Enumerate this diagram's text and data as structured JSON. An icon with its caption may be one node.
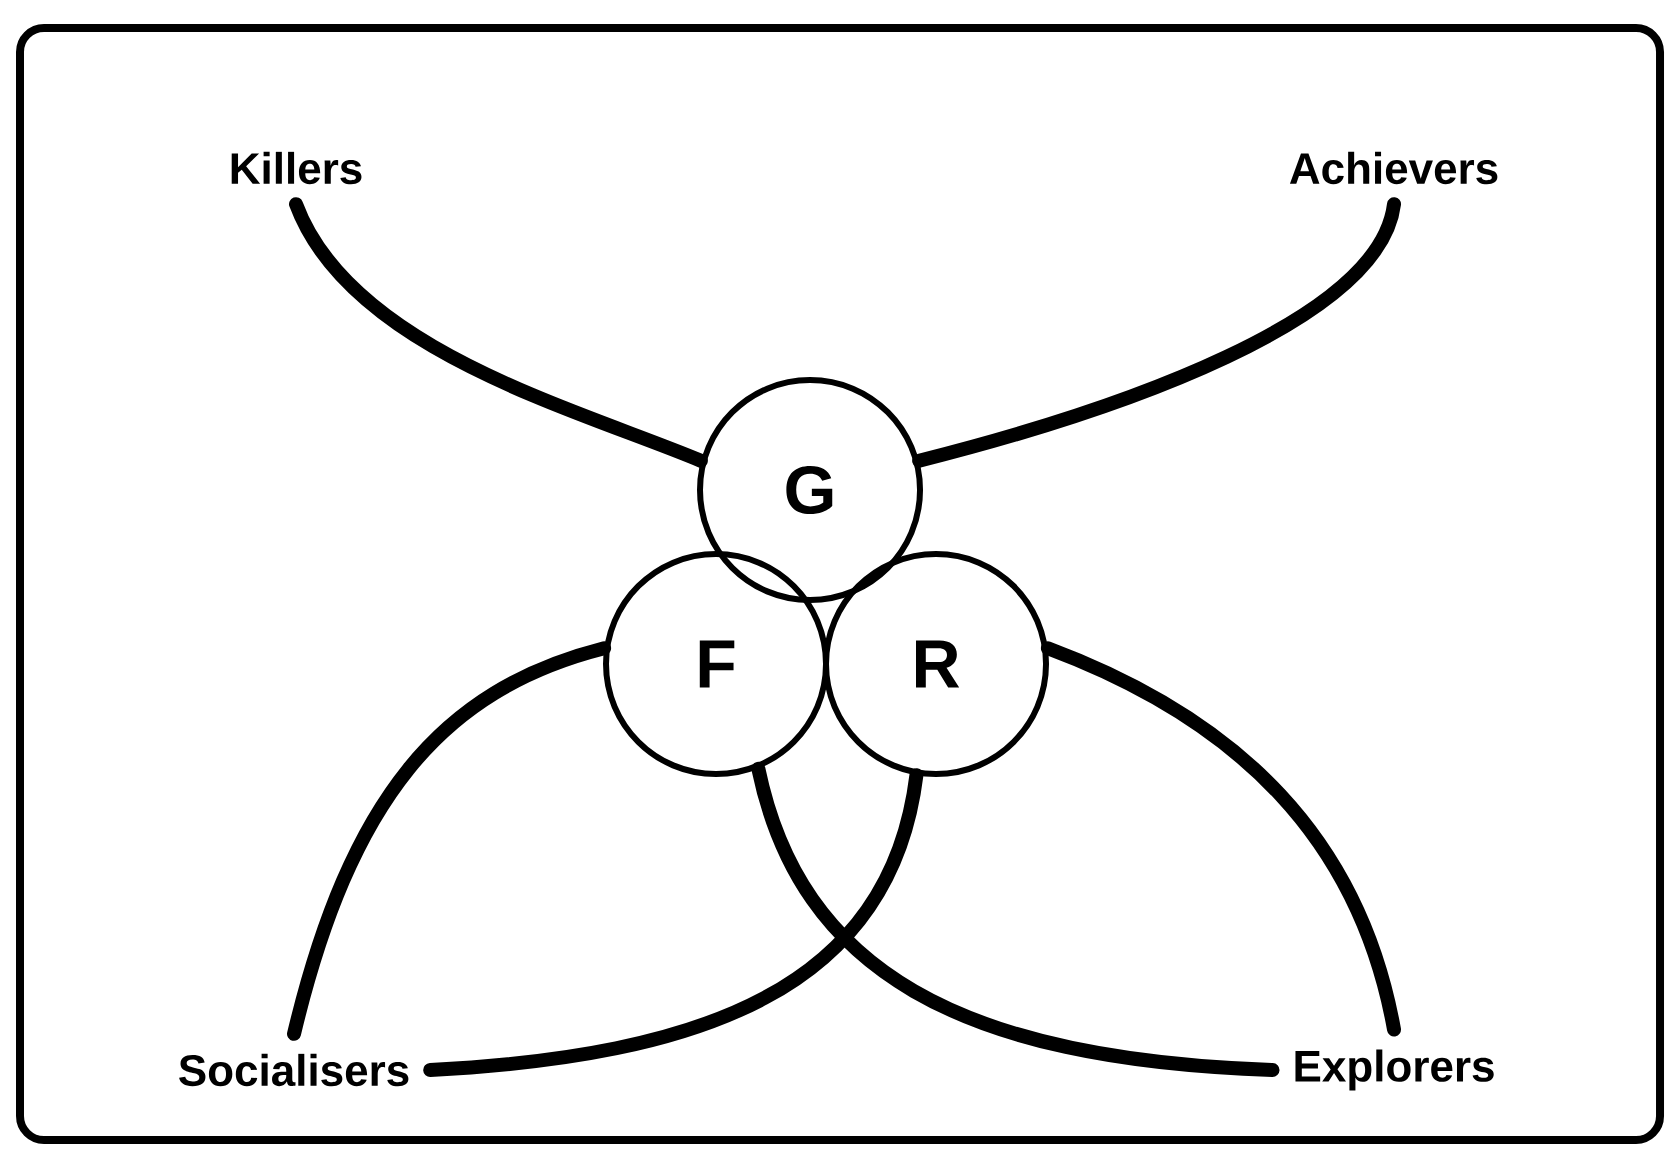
{
  "diagram": {
    "nodes": [
      {
        "text": [
          "Killers"
        ]
      },
      {
        "text": [
          "Achievers"
        ]
      },
      {
        "text": [
          "G"
        ]
      },
      {
        "text": [
          "F"
        ]
      },
      {
        "text": [
          "R"
        ]
      },
      {
        "text": [
          "Socialisers"
        ]
      },
      {
        "text": [
          "Explorers"
        ]
      }
    ],
    "edges": [
      {
        "from": 0,
        "to": 2,
        "arrow": "none"
      },
      {
        "from": 1,
        "to": 2,
        "arrow": "none"
      },
      {
        "from": 5,
        "to": 3,
        "arrow": "none"
      },
      {
        "from": 4,
        "to": 6,
        "arrow": "none"
      },
      {
        "from": 3,
        "to": 6,
        "arrow": "none"
      },
      {
        "from": 4,
        "to": 5,
        "arrow": "none"
      }
    ]
  }
}
